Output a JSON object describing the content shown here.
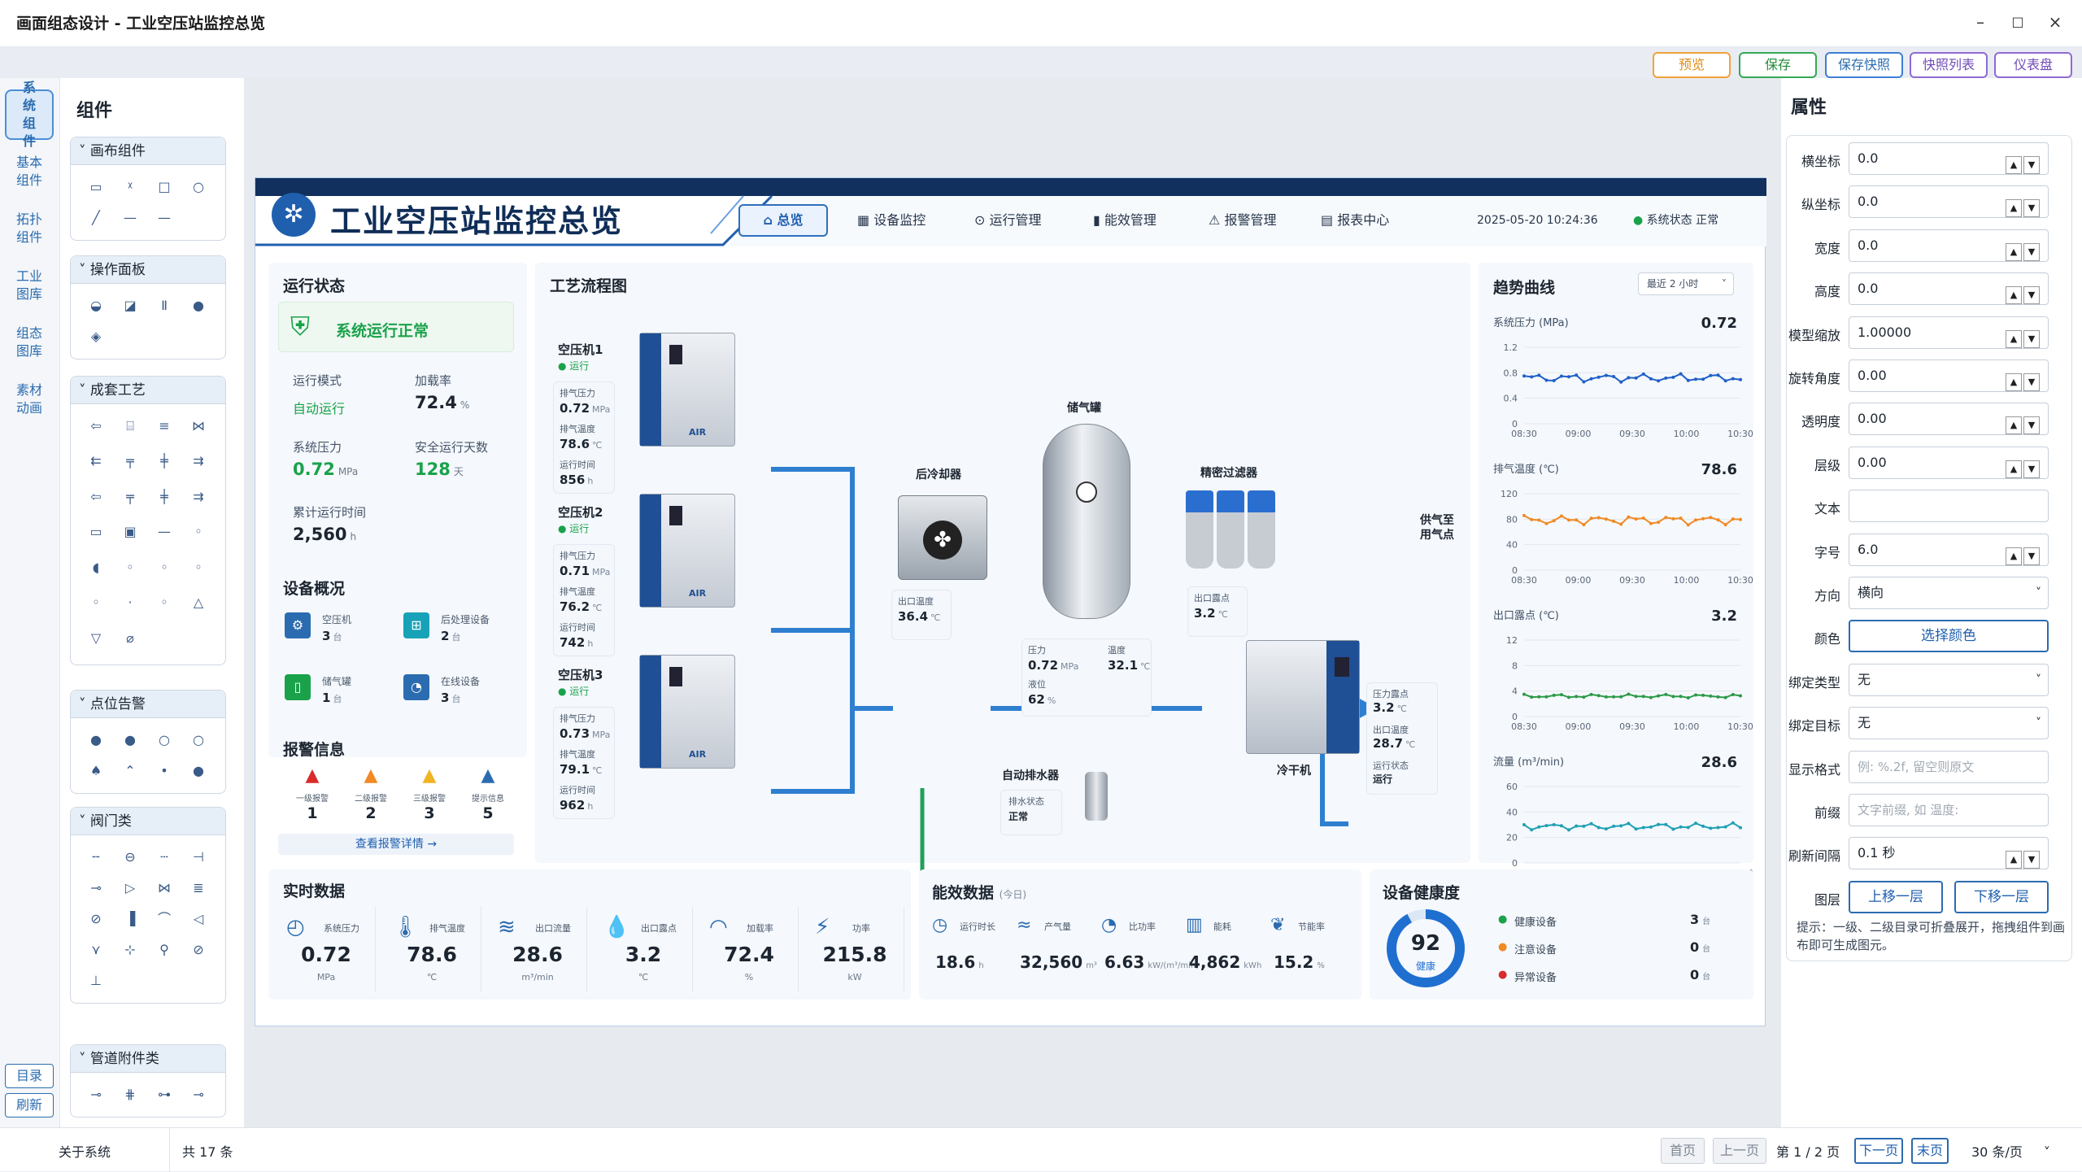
{
  "window": {
    "title": "画面组态设计 - 工业空压站监控总览",
    "min": "–",
    "max": "□",
    "close": "×"
  },
  "toolbar": {
    "preview": "预览",
    "save": "保存",
    "save_snapshot": "保存快照",
    "snapshot_list": "快照列表",
    "dashboard": "仪表盘"
  },
  "rail": {
    "items": [
      "系统组件",
      "基本组件",
      "拓扑组件",
      "工业图库",
      "组态图库",
      "素材动画"
    ],
    "catalog": "目录",
    "refresh": "刷新"
  },
  "library": {
    "title": "组件",
    "groups": [
      "画布组件",
      "操作面板",
      "成套工艺",
      "点位告警",
      "阀门类",
      "管道附件类"
    ]
  },
  "props": {
    "title": "属性",
    "rows": [
      {
        "label": "横坐标",
        "value": "0.0"
      },
      {
        "label": "纵坐标",
        "value": "0.0"
      },
      {
        "label": "宽度",
        "value": "0.0"
      },
      {
        "label": "高度",
        "value": "0.0"
      },
      {
        "label": "模型缩放",
        "value": "1.00000"
      },
      {
        "label": "旋转角度",
        "value": "0.00"
      },
      {
        "label": "透明度",
        "value": "0.00"
      },
      {
        "label": "层级",
        "value": "0.00"
      },
      {
        "label": "文本",
        "value": ""
      },
      {
        "label": "字号",
        "value": "6.0"
      },
      {
        "label": "方向",
        "value": "横向"
      },
      {
        "label": "颜色",
        "value": "选择颜色"
      },
      {
        "label": "绑定类型",
        "value": "无"
      },
      {
        "label": "绑定目标",
        "value": "无"
      },
      {
        "label": "显示格式",
        "placeholder": "例: %.2f, 留空则原文"
      },
      {
        "label": "前缀",
        "placeholder": "文字前缀, 如 温度:"
      },
      {
        "label": "刷新间隔",
        "value": "0.1 秒"
      },
      {
        "label": "图层",
        "value": ""
      }
    ],
    "layer_up": "上移一层",
    "layer_down": "下移一层",
    "hint": "提示：一级、二级目录可折叠展开，拖拽组件到画布即可生成图元。"
  },
  "status": {
    "about": "关于系统",
    "total": "共 17 条",
    "first": "首页",
    "prev": "上一页",
    "page": "第 1 / 2 页",
    "next": "下一页",
    "last": "末页",
    "per_page": "30 条/页"
  },
  "board": {
    "title": "工业空压站监控总览",
    "nav": [
      "总览",
      "设备监控",
      "运行管理",
      "能效管理",
      "报警管理",
      "报表中心"
    ],
    "datetime": "2025-05-20  10:24:36",
    "sys_status": "系统状态  正常",
    "run": {
      "title": "运行状态",
      "ok": "系统运行正常",
      "mode_l": "运行模式",
      "mode_v": "自动运行",
      "load_l": "加载率",
      "load_v": "72.4",
      "load_u": "%",
      "press_l": "系统压力",
      "press_v": "0.72",
      "press_u": "MPa",
      "safe_l": "安全运行天数",
      "safe_v": "128",
      "safe_u": "天",
      "hours_l": "累计运行时间",
      "hours_v": "2,560",
      "hours_u": "h"
    },
    "devices": {
      "title": "设备概况",
      "items": [
        {
          "n": "空压机",
          "v": "3",
          "u": "台"
        },
        {
          "n": "后处理设备",
          "v": "2",
          "u": "台"
        },
        {
          "n": "储气罐",
          "v": "1",
          "u": "台"
        },
        {
          "n": "在线设备",
          "v": "3",
          "u": "台"
        }
      ]
    },
    "alarms": {
      "title": "报警信息",
      "items": [
        {
          "n": "一级报警",
          "v": "1"
        },
        {
          "n": "二级报警",
          "v": "2"
        },
        {
          "n": "三级报警",
          "v": "3"
        },
        {
          "n": "提示信息",
          "v": "5"
        }
      ],
      "link": "查看报警详情  →"
    },
    "flow": {
      "title": "工艺流程图",
      "comps": [
        {
          "name": "空压机1",
          "state": "运行",
          "p": "0.72",
          "t": "78.6",
          "h": "856"
        },
        {
          "name": "空压机2",
          "state": "运行",
          "p": "0.71",
          "t": "76.2",
          "h": "742"
        },
        {
          "name": "空压机3",
          "state": "运行",
          "p": "0.73",
          "t": "79.1",
          "h": "962"
        }
      ],
      "plbl": "排气压力",
      "tlbl": "排气温度",
      "hlbl": "运行时间",
      "pu": "MPa",
      "tu": "℃",
      "hu": "h",
      "brand": "AIR",
      "cooler": {
        "name": "后冷却器",
        "l": "出口温度",
        "v": "36.4",
        "u": "℃"
      },
      "tank": {
        "name": "储气罐",
        "pl": "压力",
        "pv": "0.72",
        "pu": "MPa",
        "tl": "温度",
        "tv": "32.1",
        "tu": "℃",
        "ll": "液位",
        "lv": "62",
        "lu": "%"
      },
      "filter": {
        "name": "精密过滤器",
        "l": "出口露点",
        "v": "3.2",
        "u": "℃"
      },
      "drain": {
        "name": "自动排水器",
        "l": "排水状态",
        "v": "正常"
      },
      "dryer": {
        "name": "冷干机",
        "dl": "压力露点",
        "dv": "3.2",
        "du": "℃",
        "ol": "出口温度",
        "ov": "28.7",
        "ou": "℃",
        "sl": "运行状态",
        "sv": "运行"
      },
      "out": "供气至\n用气点"
    },
    "trend": {
      "title": "趋势曲线",
      "range": "最近 2 小时",
      "times": [
        "08:30",
        "09:00",
        "09:30",
        "10:00",
        "10:30"
      ],
      "charts": [
        {
          "name": "系统压力 (MPa)",
          "cur": "0.72",
          "yticks": [
            "1.2",
            "0.8",
            "0.4",
            "0"
          ],
          "color": "#1f5fc9"
        },
        {
          "name": "排气温度 (℃)",
          "cur": "78.6",
          "yticks": [
            "120",
            "80",
            "40",
            "0"
          ],
          "color": "#f08a24"
        },
        {
          "name": "出口露点 (℃)",
          "cur": "3.2",
          "yticks": [
            "12",
            "8",
            "4",
            "0"
          ],
          "color": "#2c9a48"
        },
        {
          "name": "流量 (m³/min)",
          "cur": "28.6",
          "yticks": [
            "60",
            "40",
            "20",
            "0"
          ],
          "color": "#1fa0b4"
        }
      ]
    },
    "realtime": {
      "title": "实时数据",
      "items": [
        {
          "n": "系统压力",
          "v": "0.72",
          "u": "MPa"
        },
        {
          "n": "排气温度",
          "v": "78.6",
          "u": "℃"
        },
        {
          "n": "出口流量",
          "v": "28.6",
          "u": "m³/min"
        },
        {
          "n": "出口露点",
          "v": "3.2",
          "u": "℃"
        },
        {
          "n": "加载率",
          "v": "72.4",
          "u": "%"
        },
        {
          "n": "功率",
          "v": "215.8",
          "u": "kW"
        }
      ]
    },
    "energy": {
      "title": "能效数据",
      "sub": "(今日)",
      "items": [
        {
          "n": "运行时长",
          "v": "18.6",
          "u": "h"
        },
        {
          "n": "产气量",
          "v": "32,560",
          "u": "m³"
        },
        {
          "n": "比功率",
          "v": "6.63",
          "u": "kW/(m³/min)"
        },
        {
          "n": "能耗",
          "v": "4,862",
          "u": "kWh"
        },
        {
          "n": "节能率",
          "v": "15.2",
          "u": "%"
        }
      ]
    },
    "health": {
      "title": "设备健康度",
      "score": "92",
      "label": "健康",
      "rows": [
        {
          "n": "健康设备",
          "v": "3",
          "u": "台",
          "c": "#1aa24b"
        },
        {
          "n": "注意设备",
          "v": "0",
          "u": "台",
          "c": "#f08a24"
        },
        {
          "n": "异常设备",
          "v": "0",
          "u": "台",
          "c": "#d92b2b"
        }
      ]
    }
  }
}
